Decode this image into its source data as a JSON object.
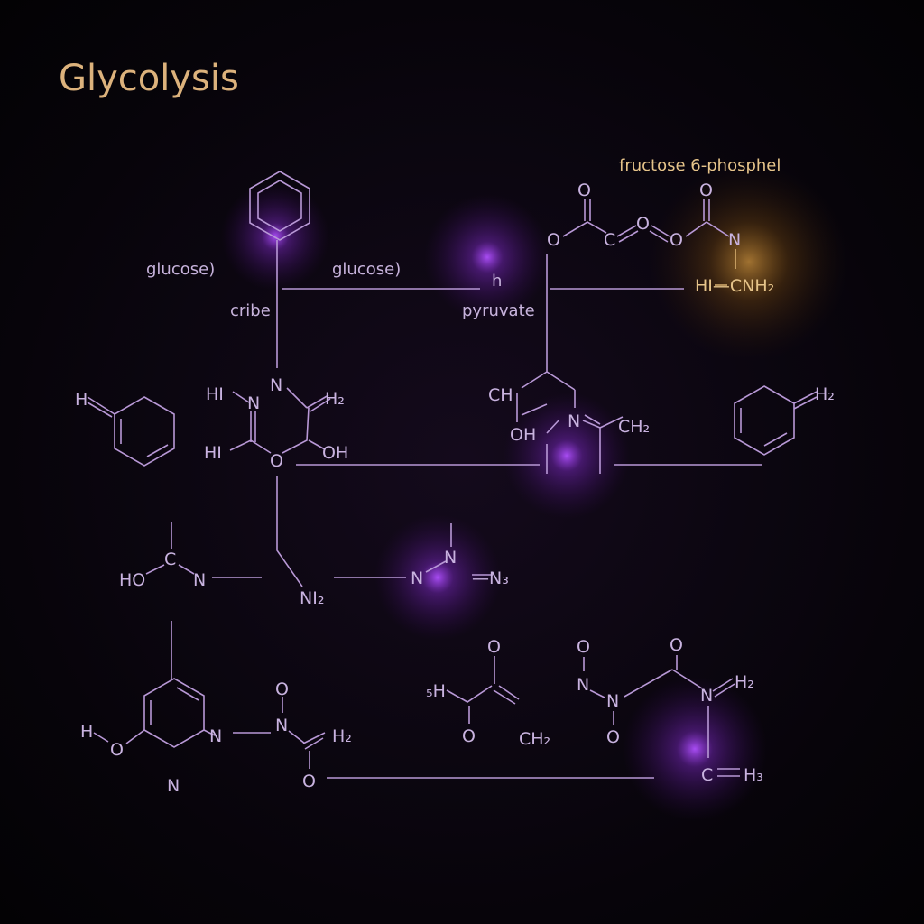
{
  "title": "Glycolysis",
  "colors": {
    "background": "#050307",
    "line": "#b898d6",
    "title": "#dcb27c",
    "glow_purple": "#9a3ee0",
    "glow_gold": "#d89a30"
  },
  "labels": {
    "fructose": "fructose 6-phosphel",
    "glucose_1": "glucose)",
    "glucose_2": "glucose)",
    "cribe": "cribe",
    "h": "h",
    "pyruvate": "pyruvate"
  },
  "atoms": [
    "O",
    "O",
    "C",
    "O",
    "O",
    "O",
    "N",
    "HI—CNH₂",
    "H",
    "HI",
    "N",
    "N",
    "H₂",
    "HI",
    "O",
    "OH",
    "CH",
    "OH",
    "N",
    "CH₂",
    "H₂",
    "C",
    "HO",
    "N",
    "NI₂",
    "N",
    "N",
    "—N₃",
    "O",
    "₅H",
    "O",
    "CH₂",
    "O",
    "N",
    "N",
    "O",
    "O",
    "N",
    "H₂",
    "C",
    "H₃",
    "H",
    "O",
    "N",
    "O",
    "N",
    "H₂",
    "O",
    "N"
  ]
}
